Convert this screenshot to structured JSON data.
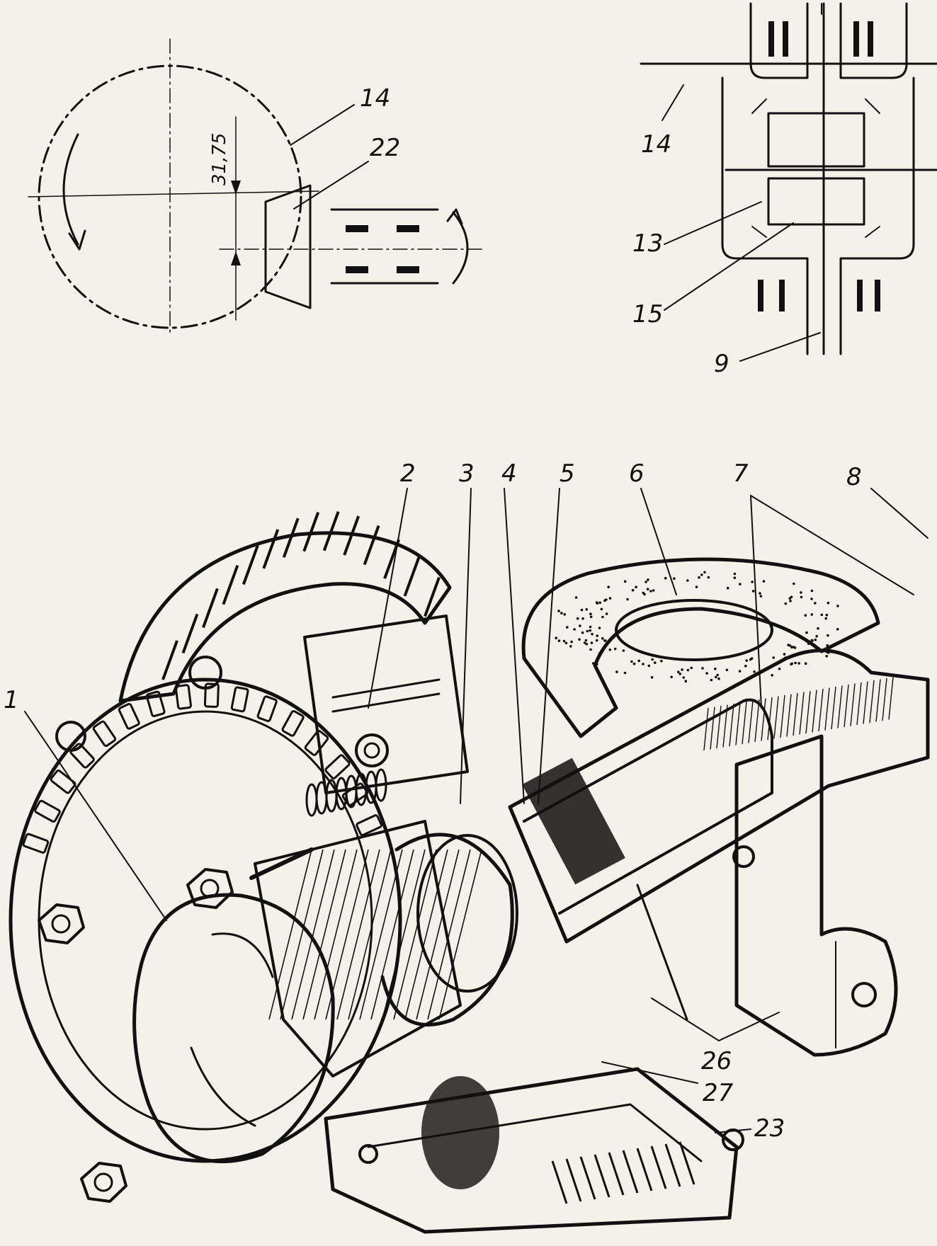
{
  "diagram": {
    "dimension_label": "31,75",
    "inset_left_labels": [
      "14",
      "22"
    ],
    "inset_right_labels": [
      "14",
      "13",
      "15",
      "9"
    ],
    "main_top_labels": [
      "2",
      "3",
      "4",
      "5",
      "6",
      "7",
      "8"
    ],
    "main_side_labels": [
      "1",
      "26",
      "27",
      "23"
    ]
  }
}
